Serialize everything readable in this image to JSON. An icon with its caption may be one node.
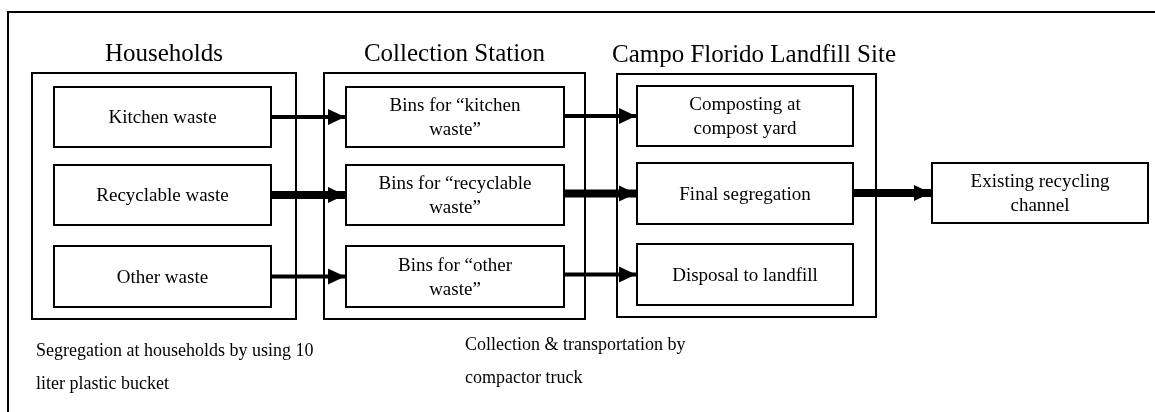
{
  "diagram": {
    "nodes": [
      {
        "text": [
          "Households"
        ],
        "beside": [
          "Segregation at households by using 10 liter plastic bucket"
        ]
      },
      {
        "text": [
          "Kitchen waste"
        ],
        "in": 0
      },
      {
        "text": [
          "Recyclable waste"
        ],
        "in": 0
      },
      {
        "text": [
          "Other waste"
        ],
        "in": 0
      },
      {
        "text": [
          "Collection Station"
        ],
        "beside": [
          "Collection & transportation by compactor truck"
        ]
      },
      {
        "text": [
          "Bins for “kitchen waste”"
        ],
        "in": 4
      },
      {
        "text": [
          "Bins for “recyclable waste”"
        ],
        "in": 4
      },
      {
        "text": [
          "Bins for “other waste”"
        ],
        "in": 4
      },
      {
        "text": [
          "Campo Florido Landfill Site"
        ]
      },
      {
        "text": [
          "Composting at compost yard"
        ],
        "in": 8
      },
      {
        "text": [
          "Final segregation"
        ],
        "in": 8
      },
      {
        "text": [
          "Disposal to landfill"
        ],
        "in": 8
      },
      {
        "text": [
          "Existing recycling channel"
        ]
      }
    ],
    "edges": [
      {
        "from": 1,
        "to": 5,
        "arrow": "to"
      },
      {
        "from": 2,
        "to": 6,
        "arrow": "to",
        "style": "thick"
      },
      {
        "from": 3,
        "to": 7,
        "arrow": "to"
      },
      {
        "from": 5,
        "to": 9,
        "arrow": "to"
      },
      {
        "from": 6,
        "to": 10,
        "arrow": "to",
        "style": "thick"
      },
      {
        "from": 7,
        "to": 11,
        "arrow": "to"
      },
      {
        "from": 10,
        "to": 12,
        "arrow": "to",
        "style": "thick"
      }
    ]
  }
}
